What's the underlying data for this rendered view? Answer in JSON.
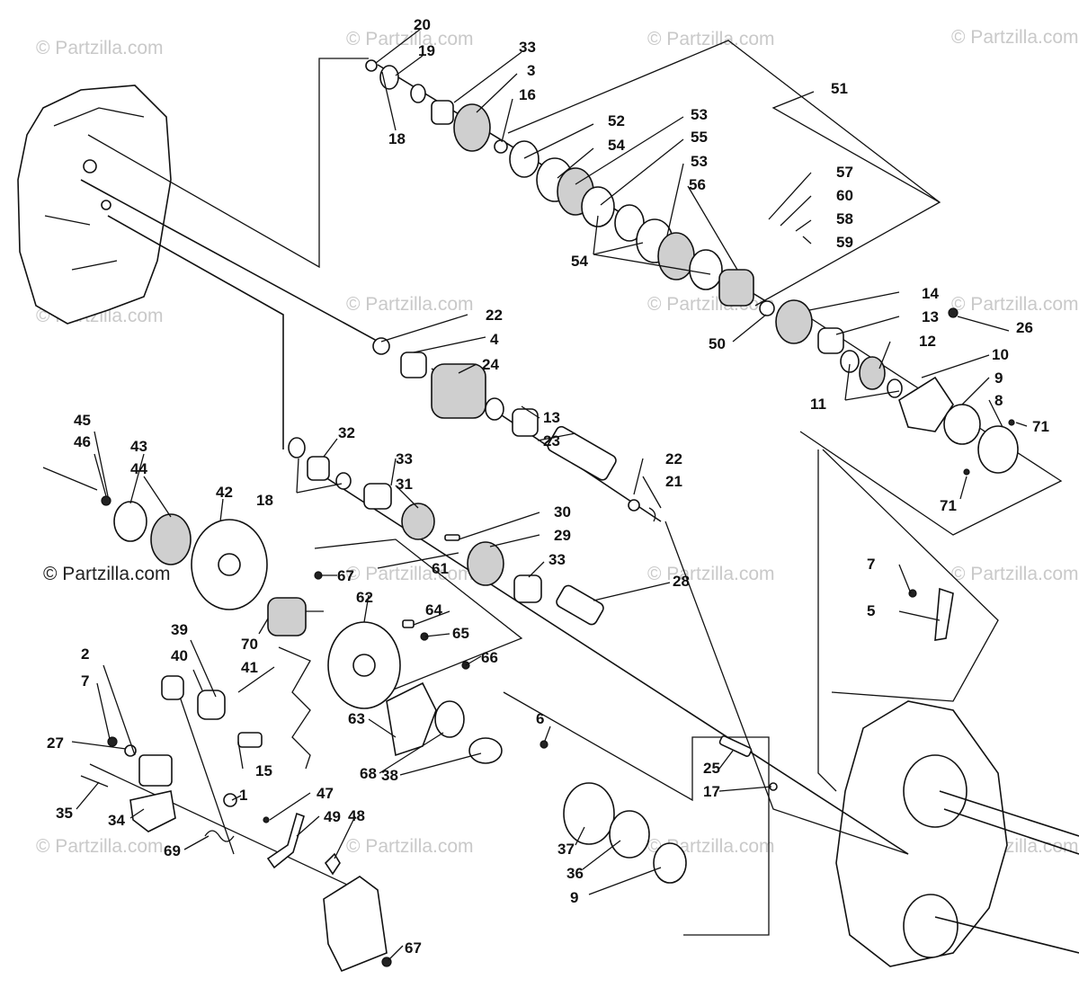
{
  "watermarks": [
    "© Partzilla.com",
    "© Partzilla.com",
    "© Partzilla.com",
    "© Partzilla.com",
    "© Partzilla.com",
    "© Partzilla.com",
    "© Partzilla.com",
    "© Partzilla.com",
    "© Partzilla.com",
    "© Partzilla.com",
    "© Partzilla.com",
    "© Partzilla.com",
    "© Partzilla.com",
    "© Partzilla.com",
    "© Partzilla.com",
    "© Partzilla.com"
  ],
  "callouts": [
    "20",
    "19",
    "33",
    "3",
    "16",
    "18",
    "52",
    "54",
    "51",
    "53",
    "55",
    "53",
    "56",
    "57",
    "60",
    "58",
    "59",
    "54",
    "14",
    "13",
    "50",
    "26",
    "22",
    "4",
    "24",
    "12",
    "10",
    "11",
    "9",
    "8",
    "71",
    "71",
    "45",
    "46",
    "43",
    "44",
    "42",
    "32",
    "18",
    "13",
    "23",
    "33",
    "31",
    "22",
    "21",
    "30",
    "29",
    "33",
    "67",
    "61",
    "62",
    "64",
    "65",
    "66",
    "28",
    "7",
    "5",
    "70",
    "39",
    "40",
    "41",
    "2",
    "7",
    "27",
    "15",
    "63",
    "68",
    "6",
    "1",
    "47",
    "49",
    "48",
    "38",
    "25",
    "17",
    "35",
    "34",
    "69",
    "37",
    "36",
    "9",
    "67"
  ]
}
